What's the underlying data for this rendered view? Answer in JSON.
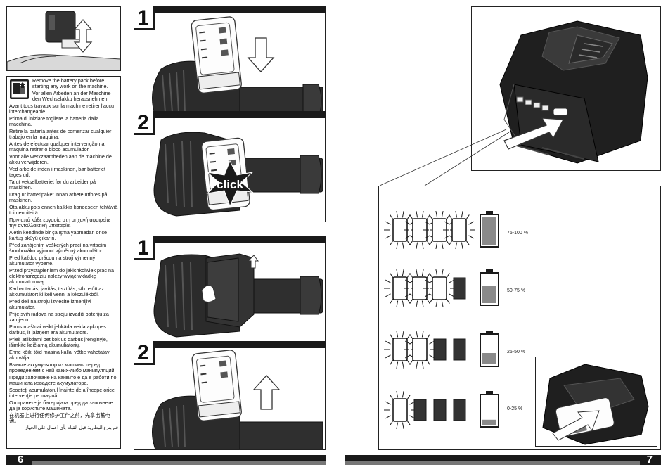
{
  "pages": {
    "left_number": "6",
    "right_number": "7"
  },
  "steps": {
    "insert_one": "1",
    "insert_two": "2",
    "remove_one": "1",
    "remove_two": "2"
  },
  "click_label": "click",
  "warnings": [
    "Remove the battery pack before starting any work on the machine.",
    "Vor allen Arbeiten an der Maschine den Wechselakku herausnehmen",
    "Avant tous travaux sur la machine retirer l'accu interchangeable.",
    "Prima di iniziare togliere la batteria dalla macchina.",
    "Retire la batería antes de comenzar cualquier trabajo en la máquina.",
    "Antes de efectuar qualquer intervenção na máquina retirar o bloco acumulador.",
    "Voor alle werkzaamheden aan de machine de akku verwijderen.",
    "Ved arbejde inden i maskinen, bør batteriet tages ud.",
    "Ta ut vekselbatteriet før du arbeider på maskinen.",
    "Drag ur batteripaket innan arbete utföres på maskinen.",
    "Ota akku pois ennen kaikkia koneeseen tehtäviä toimenpiteitä.",
    "Πριν από κάθε εργασία στη μηχανή αφαιρείτε την ανταλλακτική μπαταρία.",
    "Aletin kendinde bir çalışma yapmadan önce kartuş aküyü çıkarın.",
    "Před zahájením veškerých prací na vrtacím šroubováku vyjmout výměnný akumulátor.",
    "Pred každou prácou na stroji výmenný akumulátor vyberte.",
    "Przed przystąpieniem do jakichkolwiek prac na elektronarzędziu należy wyjąć wkładkę akumulatorową.",
    "Karbantartás, javítás, tisztítás, stb. előtt az akkumulátort ki kell venni a készülékből.",
    "Pred deli na stroju izvlecite izmenljivi akumulator.",
    "Prije svih radova na stroju izvaditi bateriju za zamjenu.",
    "Pirms mašīnai veikt jebkāda veida apkopes darbus, ir jāizņem ārā akumulators.",
    "Prieš atlikdami bet kokius darbus įrenginyje, išimkite keičiamą akumuliatorių.",
    "Enne kõiki töid masina kallal võtke vahetatav aku välja.",
    "Выньте аккумулятор из машины перед проведением с ней каких-либо манипуляций.",
    "Преди започване на каквито е да е работи по машината извадете акумулатора.",
    "Scoateţi acumulatorul înainte de a începe orice intervenţie pe maşină.",
    "Отстранете ја батеријата пред да започнете да ја користите машината.",
    "在机器上进行任何修护工作之前，先拿出蓄电池。",
    "قم بنزع البطارية قبل القيام بأي أعمال على الجهاز"
  ],
  "charge_levels": [
    {
      "label": "75-100 %",
      "lit": 4,
      "fill": 1.0
    },
    {
      "label": "50-75 %",
      "lit": 3,
      "fill": 0.62
    },
    {
      "label": "25-50 %",
      "lit": 2,
      "fill": 0.4
    },
    {
      "label": "0-25 %",
      "lit": 1,
      "fill": 0.18
    }
  ],
  "colors": {
    "ink": "#1a1a1a",
    "battery_fill": "#8a8a8a",
    "body_dark": "#2b2b2b",
    "grip": "#3a3a3a"
  }
}
